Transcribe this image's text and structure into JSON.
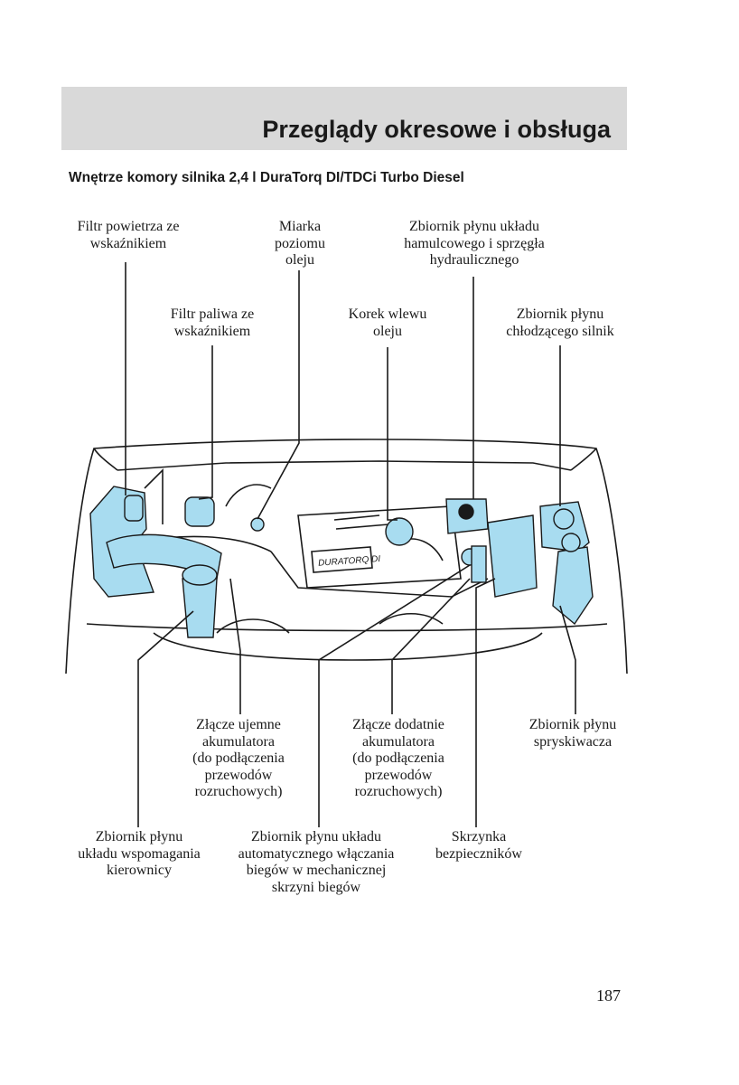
{
  "header": {
    "title": "Przeglądy okresowe i obsługa"
  },
  "subtitle": "Wnętrze komory silnika 2,4 l DuraTorq DI/TDCi Turbo Diesel",
  "engine_cover_text": "DURATORQ DI",
  "labels": {
    "air_filter": "Filtr powietrza ze\nwskaźnikiem",
    "dipstick": "Miarka\npoziomu\noleju",
    "brake_fluid": "Zbiornik płynu układu\nhamulcowego i sprzęgła\nhydraulicznego",
    "fuel_filter": "Filtr paliwa ze\nwskaźnikiem",
    "oil_filler": "Korek wlewu\noleju",
    "coolant": "Zbiornik płynu\nchłodzącego silnik",
    "negative_terminal": "Złącze ujemne\nakumulatora\n(do podłączenia\nprzewodów\nrozruchowych)",
    "positive_terminal": "Złącze dodatnie\nakumulatora\n(do podłączenia\nprzewodów\nrozruchowych)",
    "washer": "Zbiornik płynu\nspryskiwacza",
    "power_steering": "Zbiornik płynu\nukładu wspomagania\nkierownicy",
    "auto_shift": "Zbiornik płynu układu\nautomatycznego włączania\nbiegów w mechanicznej\nskrzyni biegów",
    "fuse_box": "Skrzynka\nbezpieczników"
  },
  "colors": {
    "highlight": "#a8dcf0",
    "line": "#1a1a1a",
    "header_bg": "#d9d9d9"
  },
  "page_number": "187"
}
